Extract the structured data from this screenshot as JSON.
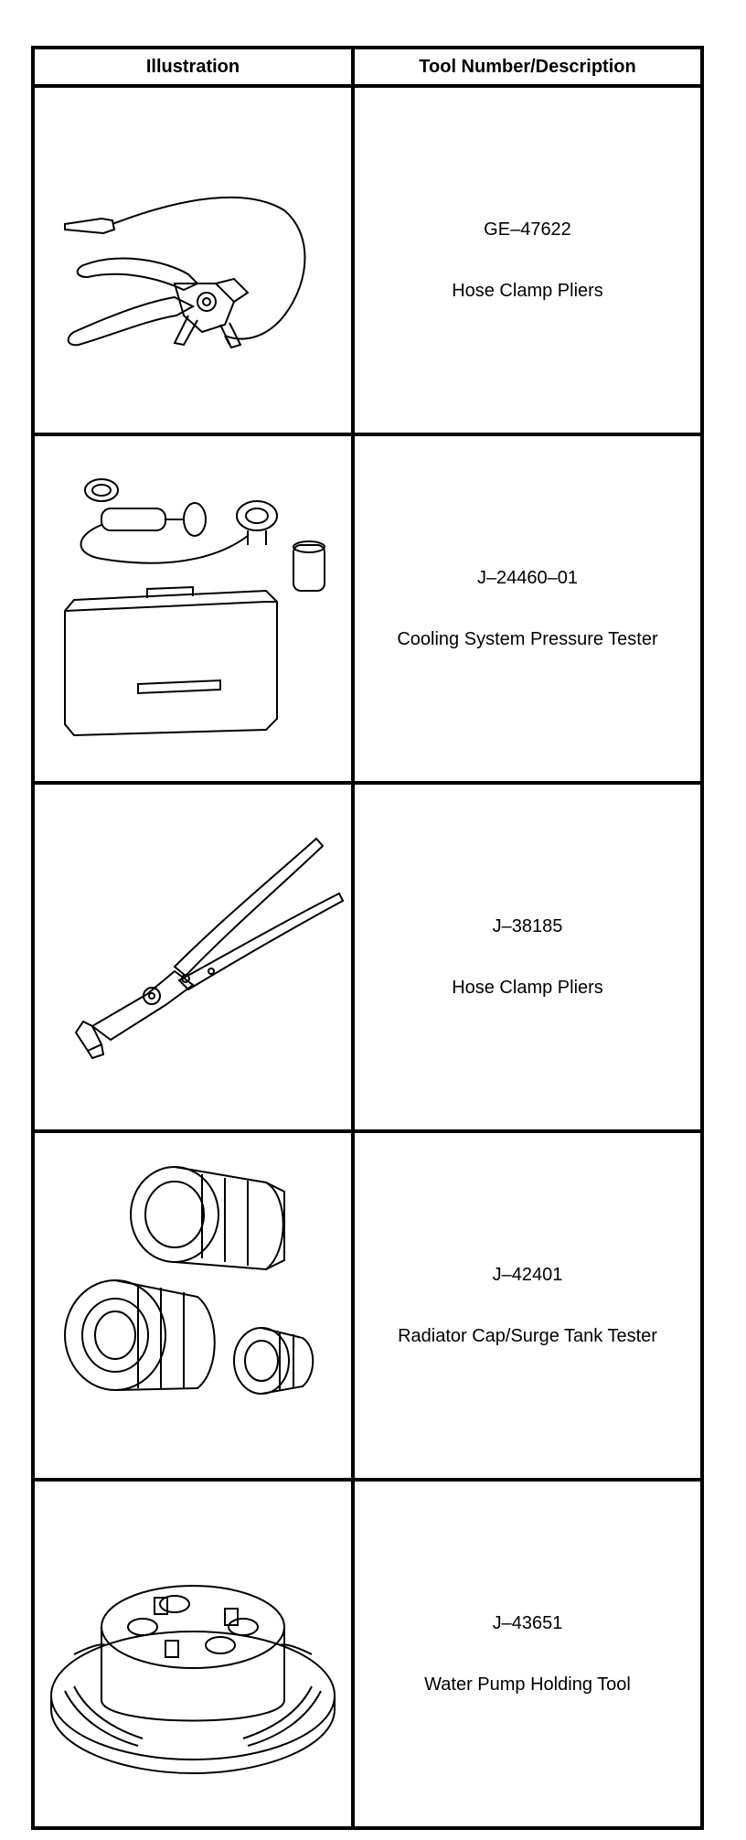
{
  "headers": {
    "illustration": "Illustration",
    "tool": "Tool Number/Description"
  },
  "rows": [
    {
      "number": "GE–47622",
      "description": "Hose Clamp Pliers",
      "icon": "hose-clamp-pliers-cable-icon"
    },
    {
      "number": "J–24460–01",
      "description": "Cooling System Pressure Tester",
      "icon": "pressure-tester-kit-icon"
    },
    {
      "number": "J–38185",
      "description": "Hose Clamp Pliers",
      "icon": "hose-clamp-pliers-icon"
    },
    {
      "number": "J–42401",
      "description": "Radiator Cap/Surge Tank Tester",
      "icon": "radiator-cap-adapters-icon"
    },
    {
      "number": "J–43651",
      "description": "Water Pump Holding Tool",
      "icon": "water-pump-holding-tool-icon"
    }
  ]
}
